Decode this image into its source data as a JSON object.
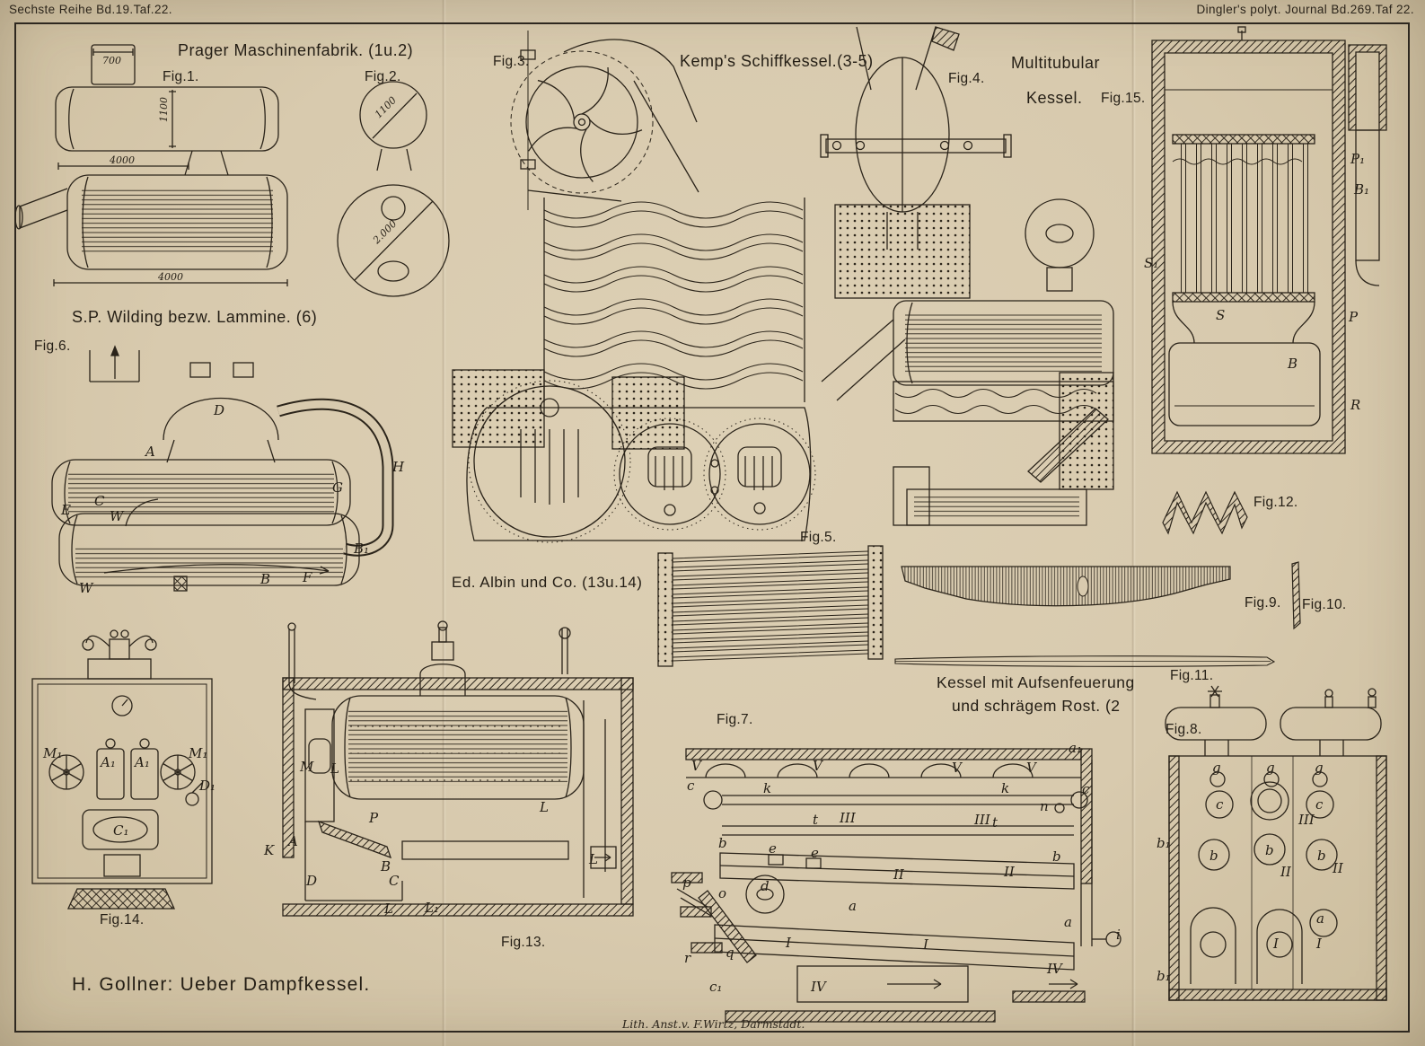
{
  "page": {
    "header_left": "Sechste Reihe Bd.19.Taf.22.",
    "header_right": "Dingler's polyt. Journal Bd.269.Taf 22.",
    "author_title": "H. Gollner: Ueber Dampfkessel.",
    "lithographer": "Lith. Anst.v. F.Wirtz, Darmstadt."
  },
  "captions": {
    "prager": "Prager Maschinenfabrik. (1u.2)",
    "kemps": "Kemp's Schiffkessel.(3-5)",
    "multitubular_line1": "Multitubular",
    "multitubular_line2": "Kessel.",
    "wilding": "S.P. Wilding bezw. Lammine. (6)",
    "albin": "Ed. Albin und Co. (13u.14)",
    "aussenfeuerung_line1": "Kessel mit Aufsenfeuerung",
    "aussenfeuerung_line2": "und schrägem Rost. (2"
  },
  "figures": {
    "fig1": "Fig.1.",
    "fig2": "Fig.2.",
    "fig3": "Fig.3.",
    "fig4": "Fig.4.",
    "fig5": "Fig.5.",
    "fig6": "Fig.6.",
    "fig7": "Fig.7.",
    "fig8": "Fig.8.",
    "fig9": "Fig.9.",
    "fig10": "Fig.10.",
    "fig11": "Fig.11.",
    "fig12": "Fig.12.",
    "fig13": "Fig.13.",
    "fig14": "Fig.14.",
    "fig15": "Fig.15."
  },
  "dimensions": {
    "fig1_dome": "700",
    "fig1_height": "1100",
    "fig1_len_top": "4000",
    "fig1_len_bottom": "4000",
    "fig2_top": "1100",
    "fig2_shell": "2.000"
  },
  "annotations": {
    "fig6": {
      "E": "E",
      "C": "C",
      "W1": "W",
      "W2": "W",
      "A": "A",
      "D": "D",
      "G": "G",
      "H": "H",
      "B1": "B₁",
      "B": "B",
      "F": "F"
    },
    "fig15": {
      "P1": "P₁",
      "B1": "B₁",
      "S1": "S₁",
      "S": "S",
      "P": "P",
      "B": "B",
      "R": "R"
    },
    "fig13": {
      "M": "M",
      "La": "L",
      "Lb": "L",
      "Lc": "L",
      "Ld": "L",
      "L1": "L₁",
      "P": "P",
      "K": "K",
      "A": "A",
      "D": "D",
      "B": "B",
      "C": "C"
    },
    "fig14": {
      "M1a": "M₁",
      "M1b": "M₁",
      "A1a": "A₁",
      "A1b": "A₁",
      "D1": "D₁",
      "C1": "C₁"
    },
    "fig7": {
      "a1": "a₁",
      "V1": "V",
      "V2": "V",
      "V3": "V",
      "V4": "V",
      "cL": "c",
      "cR": "c",
      "k1": "k",
      "k2": "k",
      "n": "n",
      "t1": "t",
      "t2": "t",
      "III1": "III",
      "III2": "III",
      "bL": "b",
      "bR": "b",
      "e1": "e",
      "e2": "e",
      "II1": "II",
      "II2": "II",
      "d": "d",
      "aM": "a",
      "aR": "a",
      "I1": "I",
      "I2": "I",
      "IV1": "IV",
      "IV2": "IV",
      "p": "p",
      "o": "o",
      "q": "q",
      "r": "r",
      "c1": "c₁",
      "i": "i"
    },
    "fig8": {
      "g1": "g",
      "g2": "g",
      "g3": "g",
      "c1": "c",
      "c2": "c",
      "III": "III",
      "b1": "b",
      "b2": "b",
      "b3": "b",
      "II1": "II",
      "II2": "II",
      "a": "a",
      "I1": "I",
      "I2": "I",
      "bs1": "b₁",
      "bs2": "b₁"
    }
  },
  "colors": {
    "paper": "#d8caae",
    "ink": "#2b241a"
  }
}
